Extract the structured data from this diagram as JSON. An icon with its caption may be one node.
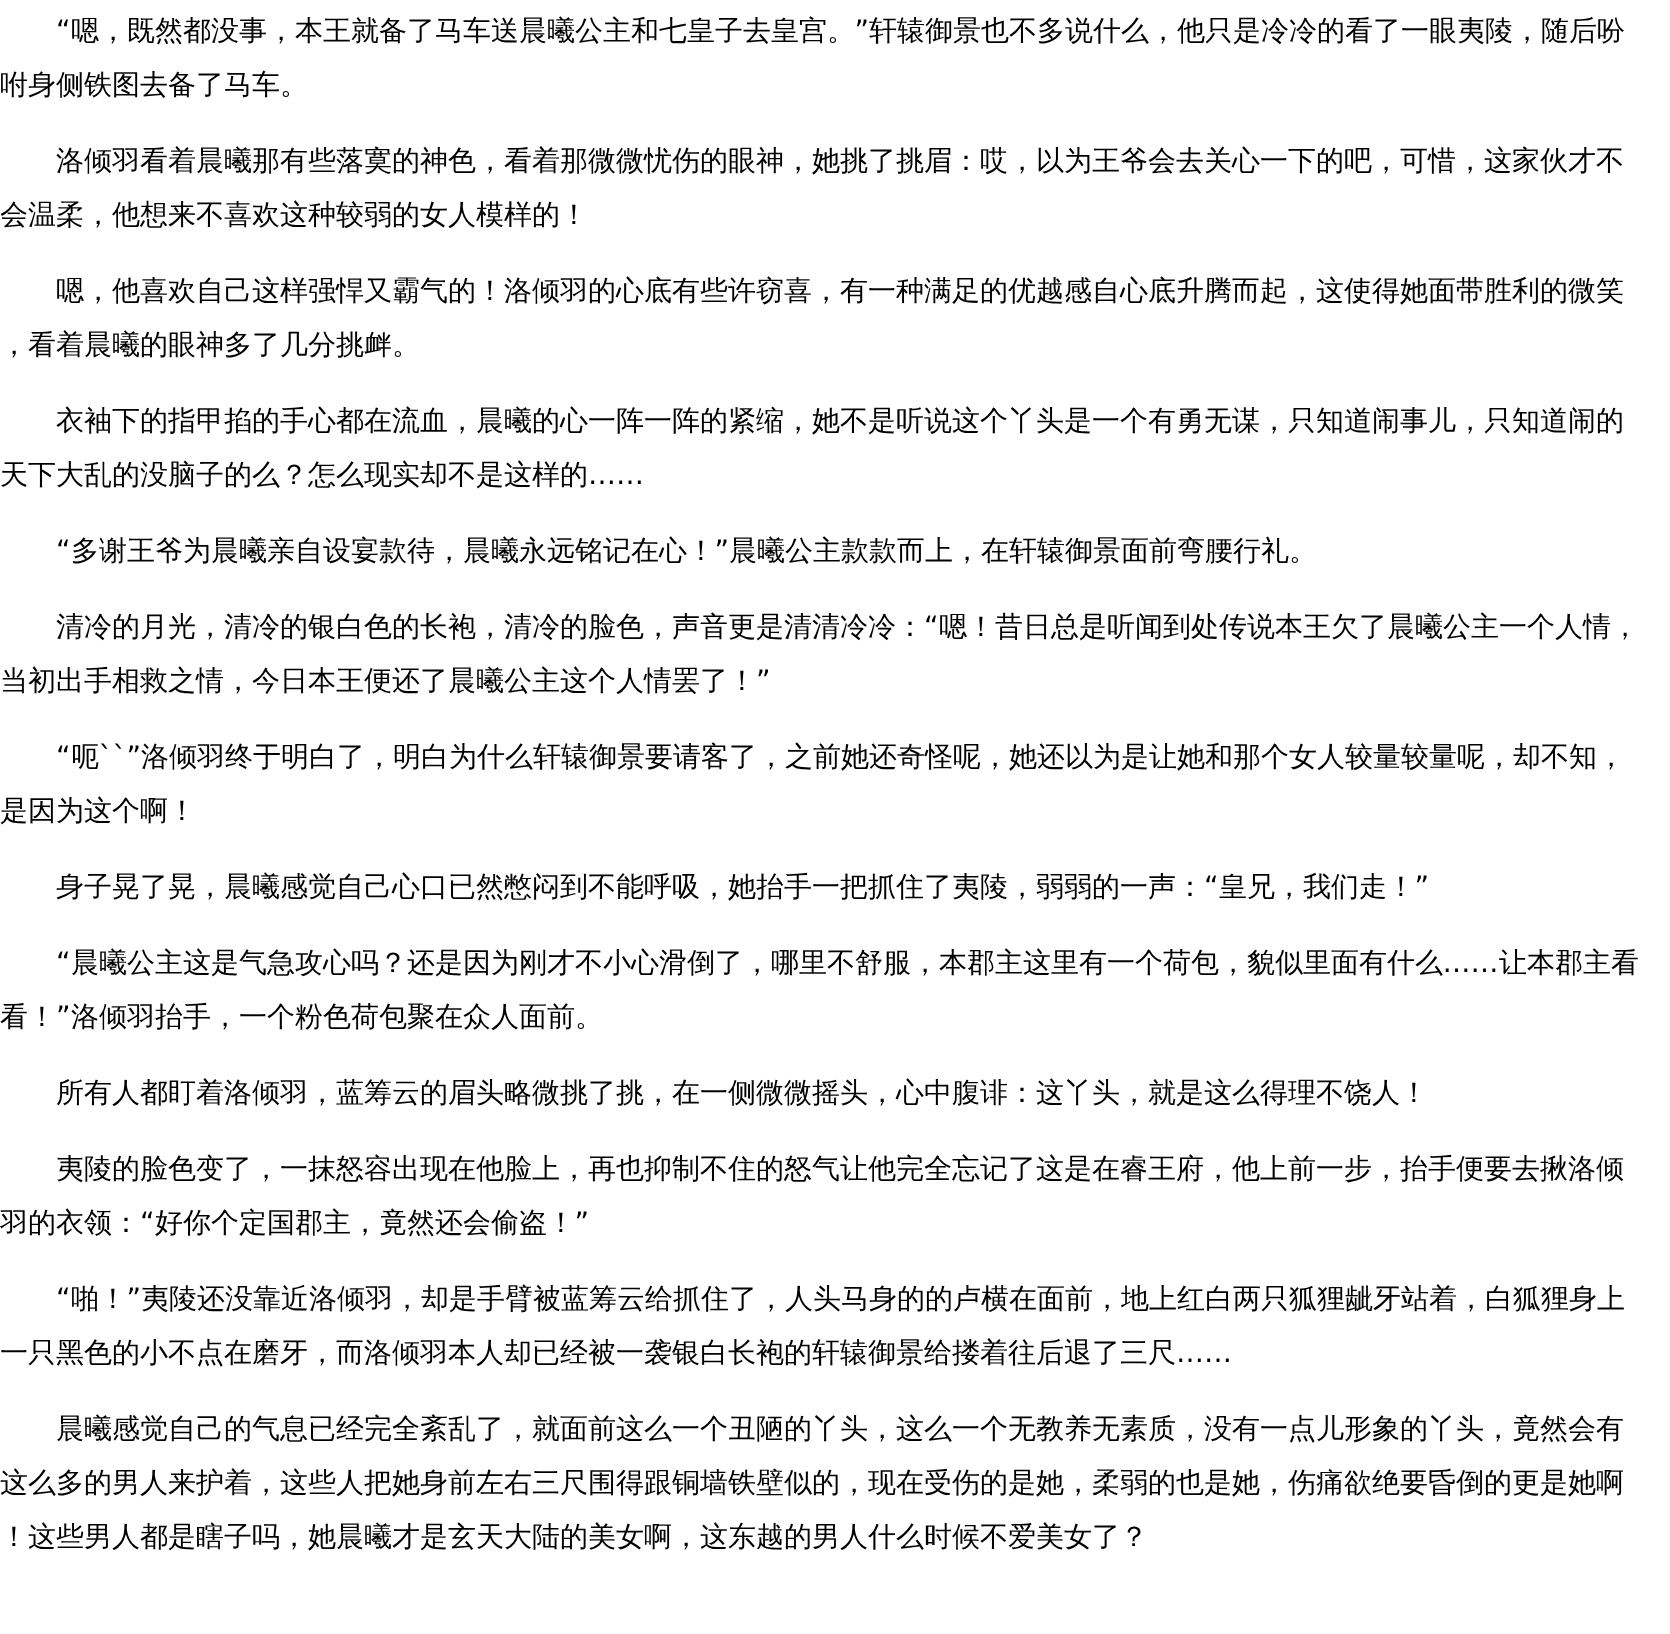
{
  "diagram": {
    "labels": [
      "“嗯，既然都没事，本王就备了马车送晨曦公主和七皇子去皇宫。”轩辕御景也不多说什么，他只是冷冷的看了一眼夷陵，随后吩咐身侧铁图去备了马车。",
      "洛倾羽看着晨曦那有些落寞的神色，看着那微微忧伤的眼神，她挑了挑眉：哎，以为王爷会去关心一下的吧，可惜，这家伙才不会温柔，他想来不喜欢这种较弱的女人模样的！",
      "嗯，他喜欢自己这样强悍又霸气的！洛倾羽的心底有些许窃喜，有一种满足的优越感自心底升腾而起，这使得她面带胜利的微笑，看着晨曦的眼神多了几分挑衅。",
      "衣袖下的指甲掐的手心都在流血，晨曦的心一阵一阵的紧缩，她不是听说这个丫头是一个有勇无谋，只知道闹事儿，只知道闹的天下大乱的没脑子的么？怎么现实却不是这样的……",
      "“多谢王爷为晨曦亲自设宴款待，晨曦永远铭记在心！”晨曦公主款款而上，在轩辕御景面前弯腰行礼。",
      "清冷的月光，清冷的银白色的长袍，清冷的脸色，声音更是清清冷冷：“嗯！昔日总是听闻到处传说本王欠了晨曦公主一个人情，当初出手相救之情，今日本王便还了晨曦公主这个人情罢了！”",
      "“呃``”洛倾羽终于明白了，明白为什么轩辕御景要请客了，之前她还奇怪呢，她还以为是让她和那个女人较量较量呢，却不知，是因为这个啊！",
      "身子晃了晃，晨曦感觉自己心口已然憋闷到不能呼吸，她抬手一把抓住了夷陵，弱弱的一声：“皇兄，我们走！”",
      "“晨曦公主这是气急攻心吗？还是因为刚才不小心滑倒了，哪里不舒服，本郡主这里有一个荷包，貌似里面有什么……让本郡主看看！”洛倾羽抬手，一个粉色荷包聚在众人面前。",
      "所有人都盯着洛倾羽，蓝筹云的眉头略微挑了挑，在一侧微微摇头，心中腹诽：这丫头，就是这么得理不饶人！",
      "夷陵的脸色变了，一抹怒容出现在他脸上，再也抑制不住的怒气让他完全忘记了这是在睿王府，他上前一步，抬手便要去揪洛倾羽的衣领：“好你个定国郡主，竟然还会偷盗！”",
      "“啪！”夷陵还没靠近洛倾羽，却是手臂被蓝筹云给抓住了，人头马身的的卢横在面前，地上红白两只狐狸龇牙站着，白狐狸身上一只黑色的小不点在磨牙，而洛倾羽本人却已经被一袭银白长袍的轩辕御景给搂着往后退了三尺……",
      "晨曦感觉自己的气息已经完全紊乱了，就面前这么一个丑陋的丫头，这么一个无教养无素质，没有一点儿形象的丫头，竟然会有这么多的男人来护着，这些人把她身前左右三尺围得跟铜墙铁壁似的，现在受伤的是她，柔弱的也是她，伤痛欲绝要昏倒的更是她啊！这些男人都是瞎子吗，她晨曦才是玄天大陆的美女啊，这东越的男人什么时候不爱美女了？"
    ]
  }
}
